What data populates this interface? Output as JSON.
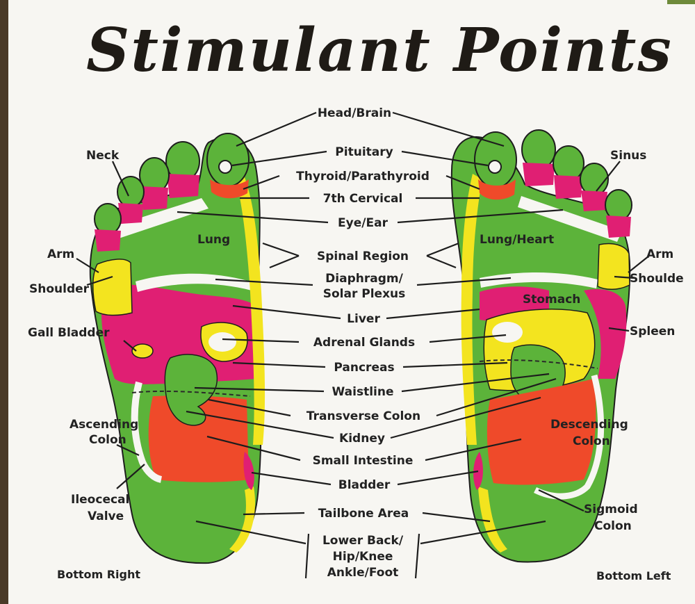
{
  "title": "Stimulant Points",
  "center_labels": {
    "head_brain": "Head/Brain",
    "pituitary": "Pituitary",
    "thyroid": "Thyroid/Parathyroid",
    "cervical": "7th Cervical",
    "eye_ear": "Eye/Ear",
    "spinal": "Spinal Region",
    "diaphragm_1": "Diaphragm/",
    "diaphragm_2": "Solar Plexus",
    "liver": "Liver",
    "adrenal": "Adrenal Glands",
    "pancreas": "Pancreas",
    "waistline": "Waistline",
    "transverse_colon": "Transverse Colon",
    "kidney": "Kidney",
    "small_intestine": "Small Intestine",
    "bladder": "Bladder",
    "tailbone": "Tailbone Area",
    "lower_back_1": "Lower Back/",
    "lower_back_2": "Hip/Knee",
    "lower_back_3": "Ankle/Foot"
  },
  "left_labels": {
    "neck": "Neck",
    "lung": "Lung",
    "arm": "Arm",
    "shoulder": "Shoulder",
    "gall_bladder": "Gall Bladder",
    "ascending_1": "Ascending",
    "ascending_2": "Colon",
    "ileocecal_1": "Ileocecal",
    "ileocecal_2": "Valve",
    "caption": "Bottom Right"
  },
  "right_labels": {
    "sinus": "Sinus",
    "lung_heart": "Lung/Heart",
    "arm": "Arm",
    "shoulder": "Shoulde",
    "stomach": "Stomach",
    "spleen": "Spleen",
    "descending_1": "Descending",
    "descending_2": "Colon",
    "sigmoid_1": "Sigmoid",
    "sigmoid_2": "Colon",
    "caption": "Bottom Left"
  },
  "colors": {
    "green": "#5cb33a",
    "yellow": "#f3e41f",
    "magenta": "#e01f73",
    "orange": "#ef4a2a",
    "paper": "#f7f6f2"
  }
}
